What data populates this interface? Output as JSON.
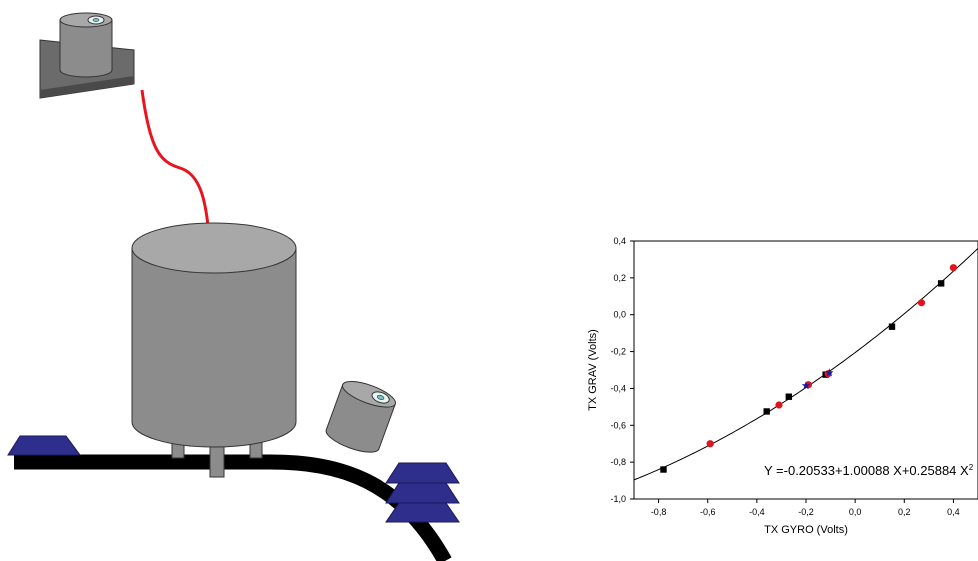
{
  "chart_data": {
    "type": "scatter",
    "xlabel": "TX GYRO (Volts)",
    "ylabel": "TX GRAV (Volts)",
    "xlim": [
      -0.9,
      0.5
    ],
    "ylim": [
      -1.0,
      0.4
    ],
    "x_ticks": [
      -0.8,
      -0.6,
      -0.4,
      -0.2,
      0.0,
      0.2,
      0.4
    ],
    "x_tick_labels": [
      "-0,8",
      "-0,6",
      "-0,4",
      "-0,2",
      "0,0",
      "0,2",
      "0,4"
    ],
    "y_ticks": [
      -1.0,
      -0.8,
      -0.6,
      -0.4,
      -0.2,
      0.0,
      0.2,
      0.4
    ],
    "y_tick_labels": [
      "-1,0",
      "-0,8",
      "-0,6",
      "-0,4",
      "-0,2",
      "0,0",
      "0,2",
      "0,4"
    ],
    "fit": {
      "a": -0.20533,
      "b": 1.00088,
      "c": 0.25884
    },
    "equation": "Y =-0.20533+1.00088 X+0.25884 X",
    "equation_superscript": "2",
    "series": [
      {
        "marker": "square",
        "color": "#000000",
        "x": [
          -0.78,
          -0.36,
          -0.27,
          -0.12,
          0.15,
          0.35
        ],
        "y": [
          -0.84,
          -0.525,
          -0.445,
          -0.325,
          -0.065,
          0.17
        ]
      },
      {
        "marker": "circle",
        "color": "#e0141e",
        "x": [
          -0.59,
          -0.31,
          -0.19,
          -0.11,
          0.27,
          0.4
        ],
        "y": [
          -0.7,
          -0.49,
          -0.38,
          -0.32,
          0.065,
          0.255
        ]
      },
      {
        "marker": "star",
        "color": "#1a1aa0",
        "x": [
          -0.2,
          -0.105
        ],
        "y": [
          -0.385,
          -0.315
        ]
      }
    ]
  }
}
